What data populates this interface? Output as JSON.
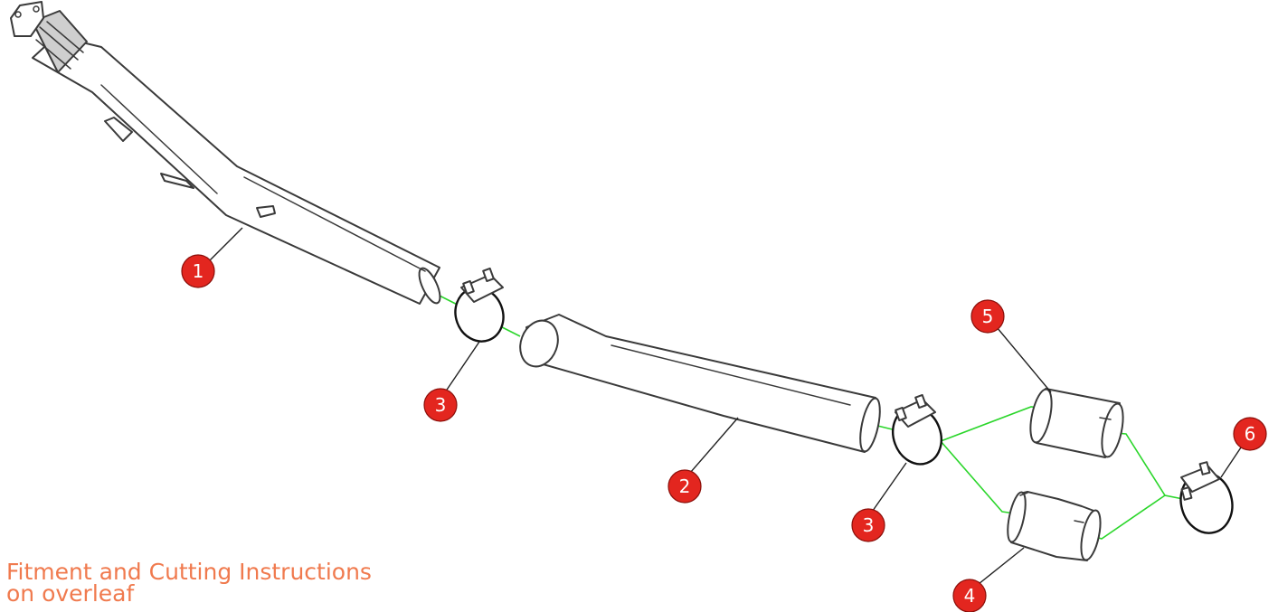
{
  "diagram": {
    "parts": [
      {
        "number": "1",
        "name": "downpipe"
      },
      {
        "number": "2",
        "name": "mid-pipe"
      },
      {
        "number": "3",
        "name": "band clamp"
      },
      {
        "number": "3",
        "name": "band clamp"
      },
      {
        "number": "4",
        "name": "tail adaptor"
      },
      {
        "number": "5",
        "name": "tail adaptor"
      },
      {
        "number": "6",
        "name": "band clamp"
      }
    ],
    "colors": {
      "callout": "#e3261f",
      "guide_line": "#2bd62b",
      "note_text": "#f07a4e",
      "outline": "#3a3a3a"
    }
  },
  "note": {
    "line1": "Fitment and Cutting Instructions",
    "line2": "on overleaf"
  }
}
